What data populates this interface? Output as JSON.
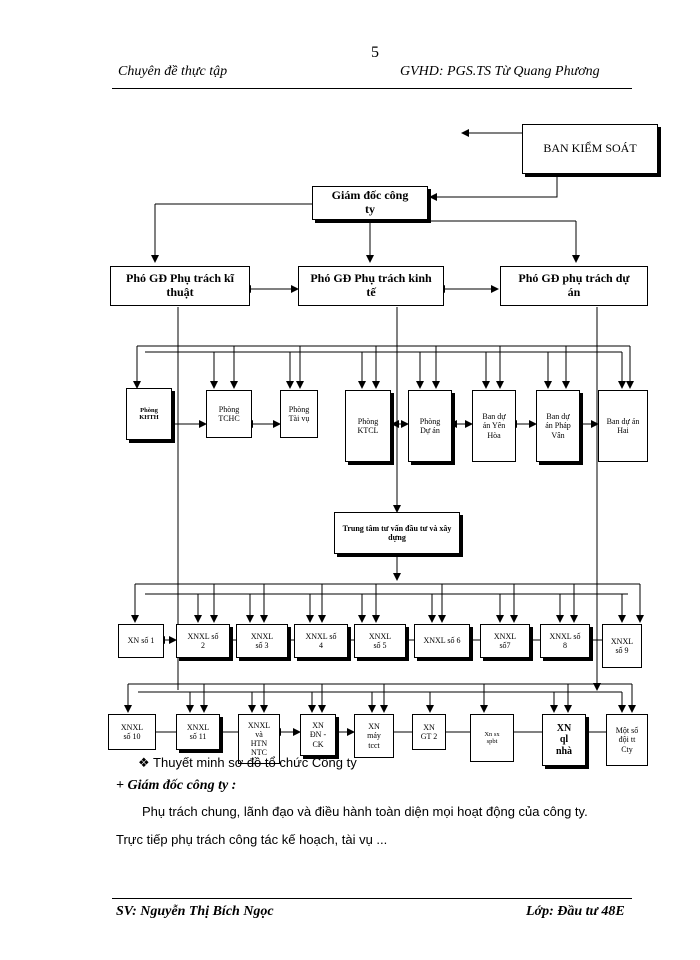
{
  "page": {
    "number": "5",
    "header_left": "Chuyên đề thực tập",
    "header_right": "GVHD: PGS.TS Từ Quang Phương",
    "footer_left": "SV: Nguyễn Thị Bích Ngọc",
    "footer_right": "Lớp: Đầu tư 48E"
  },
  "org": {
    "ban_kiem_soat": "BAN KIỂM SOÁT",
    "giam_doc": "Giám đốc công ty",
    "pgd_kt": "Phó GĐ Phụ trách kĩ thuật",
    "pgd_kte": "Phó GĐ Phụ trách kinh tế",
    "pgd_da": "Phó GĐ phụ trách dự án",
    "departments": [
      "Phòng KHTH",
      "Phòng TCHC",
      "Phòng Tài vụ",
      "Phòng KTCL",
      "Phòng Dự án",
      "Ban dự án Yên Hòa",
      "Ban dự án Pháp Vân",
      "Ban dự án Hai"
    ],
    "trung_tam": "Trung tâm tư vấn đầu tư và xây dựng",
    "units_row1": [
      "XN số 1",
      "XNXL số 2",
      "XNXL số 3",
      "XNXL số 4",
      "XNXL số 5",
      "XNXL số 6",
      "XNXL số7",
      "XNXL số 8",
      "XNXL số 9"
    ],
    "units_row2": [
      "XNXL số 10",
      "XNXL số 11",
      "XNXL và HTN NTC",
      "XN ĐN - CK",
      "XN máy tcct",
      "XN GT 2",
      "Xn sx spbt",
      "XN ql nhà",
      "Một số đội tt Cty"
    ]
  },
  "content": {
    "bullet_symbol": "❖",
    "section_title": "Thuyết minh sơ đồ tổ chức Công ty",
    "subheading": "+ Giám đốc công ty :",
    "paragraph_line1": "Phụ trách chung, lãnh đạo và điều hành toàn diện mọi hoạt động của  công ty.",
    "paragraph_line2": "Trực tiếp phụ trách công tác kế hoạch, tài vụ ..."
  }
}
